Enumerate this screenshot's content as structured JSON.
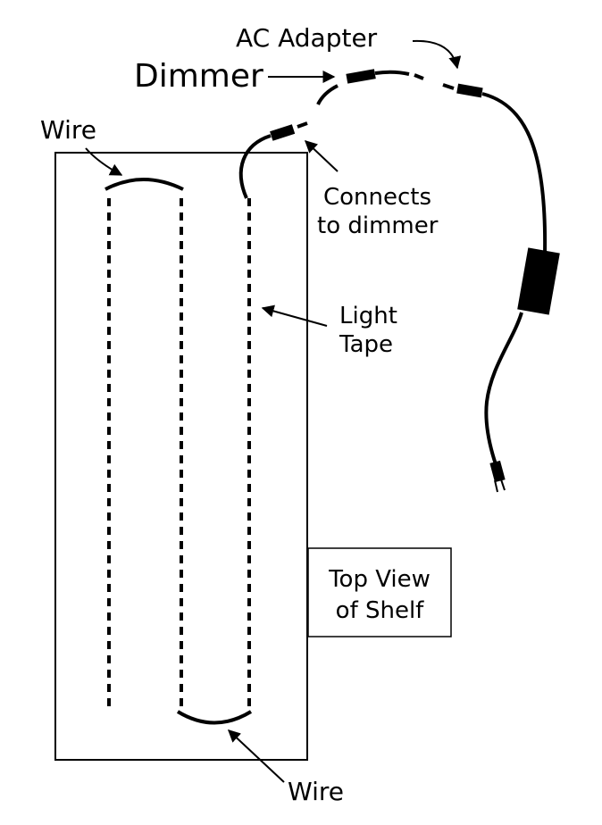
{
  "labels": {
    "ac_adapter": "AC Adapter",
    "dimmer": "Dimmer",
    "wire_top": "Wire",
    "wire_bottom": "Wire",
    "connects_line1": "Connects",
    "connects_line2": "to dimmer",
    "light_line1": "Light",
    "light_line2": "Tape",
    "view_line1": "Top View",
    "view_line2": "of Shelf"
  },
  "colors": {
    "ink": "#000000",
    "background": "#ffffff"
  }
}
